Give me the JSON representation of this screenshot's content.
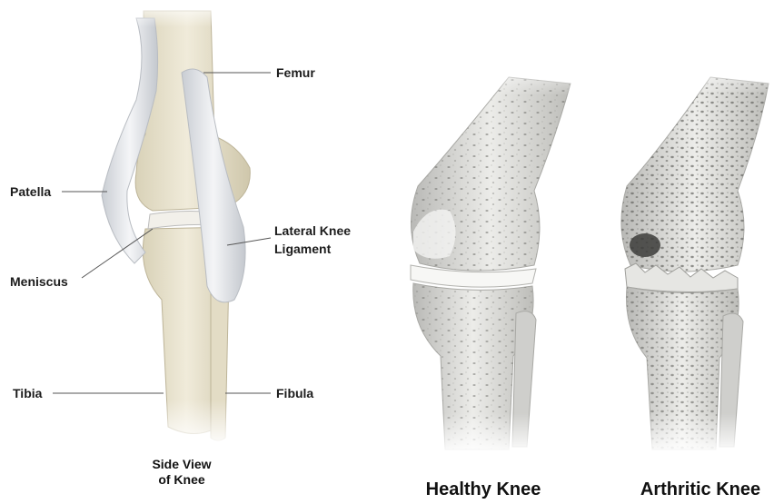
{
  "side_view": {
    "labels": {
      "femur": "Femur",
      "patella": "Patella",
      "lateral_line1": "Lateral Knee",
      "lateral_line2": "Ligament",
      "meniscus": "Meniscus",
      "tibia": "Tibia",
      "fibula": "Fibula"
    },
    "caption_line1": "Side View",
    "caption_line2": "of Knee"
  },
  "healthy_caption": "Healthy Knee",
  "arthritic_caption": "Arthritic Knee",
  "colors": {
    "bone_cream": "#e8e2cd",
    "ligament": "#dfe2e6",
    "bone_gray": "#d2d2d0",
    "leader_line": "#555555"
  }
}
